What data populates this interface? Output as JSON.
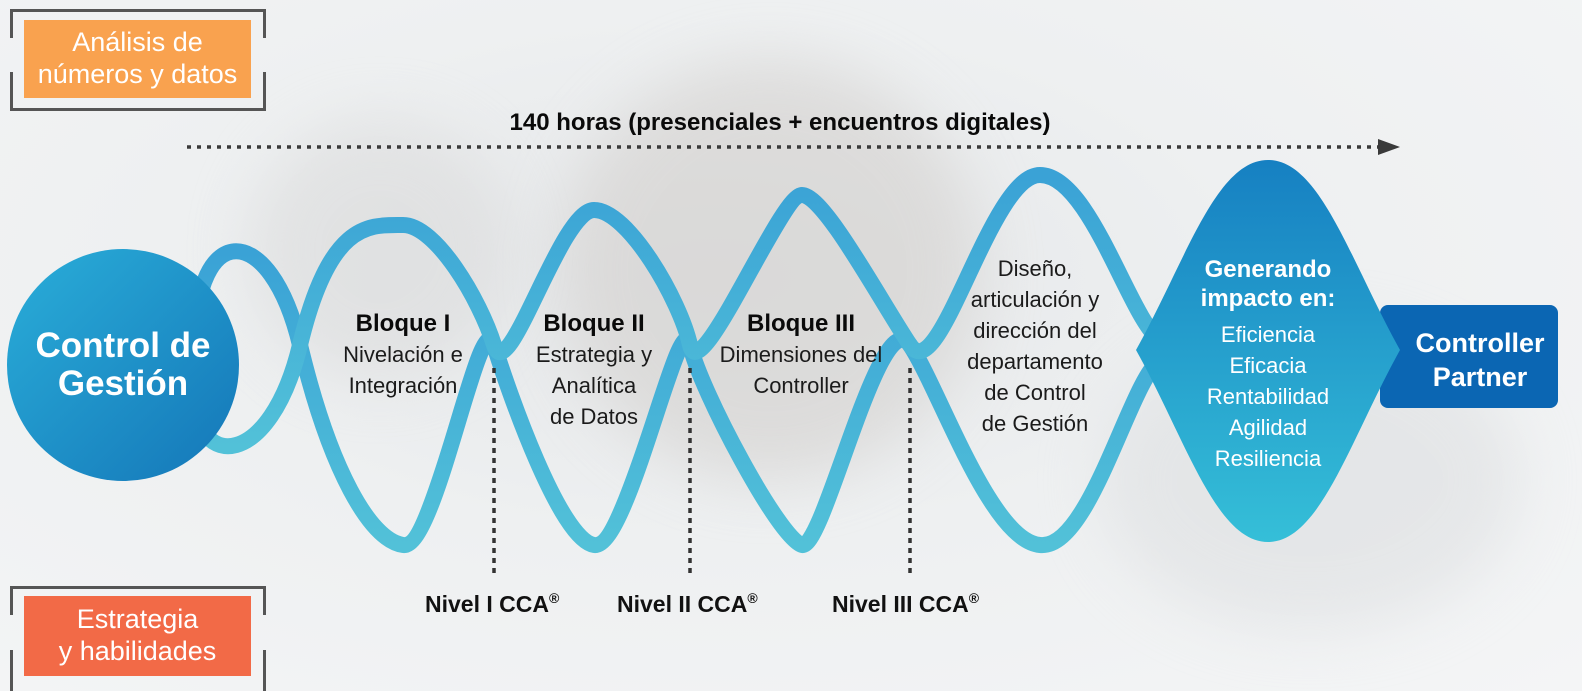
{
  "top_tag": {
    "line1": "Análisis de",
    "line2": "números y datos",
    "color": "#f9a24f"
  },
  "bottom_tag": {
    "line1": "Estrategia",
    "line2": "y habilidades",
    "color": "#f26a47"
  },
  "duration_label": "140 horas (presenciales + encuentros digitales)",
  "start_node": {
    "line1": "Control de",
    "line2": "Gestión"
  },
  "blocks": [
    {
      "title": "Bloque I",
      "line1": "Nivelación e",
      "line2": "Integración"
    },
    {
      "title": "Bloque II",
      "line1": "Estrategia y",
      "line2": "Analítica",
      "line3": "de Datos"
    },
    {
      "title": "Bloque III",
      "line1": "Dimensiones del",
      "line2": "Controller"
    },
    {
      "line1": "Diseño,",
      "line2": "articulación y",
      "line3": "dirección del",
      "line4": "departamento",
      "line5": "de Control",
      "line6": "de Gestión"
    }
  ],
  "impact": {
    "title1": "Generando",
    "title2": "impacto en:",
    "items": [
      "Eficiencia",
      "Eficacia",
      "Rentabilidad",
      "Agilidad",
      "Resiliencia"
    ]
  },
  "end_node": {
    "line1": "Controller",
    "line2": "Partner"
  },
  "levels": [
    {
      "label": "Nivel I CCA",
      "mark": "®"
    },
    {
      "label": "Nivel II CCA",
      "mark": "®"
    },
    {
      "label": "Nivel III CCA",
      "mark": "®"
    }
  ],
  "colors": {
    "wave": "#4fb6dc",
    "primary": "#1a8cc8",
    "dark": "#0a66b0"
  }
}
